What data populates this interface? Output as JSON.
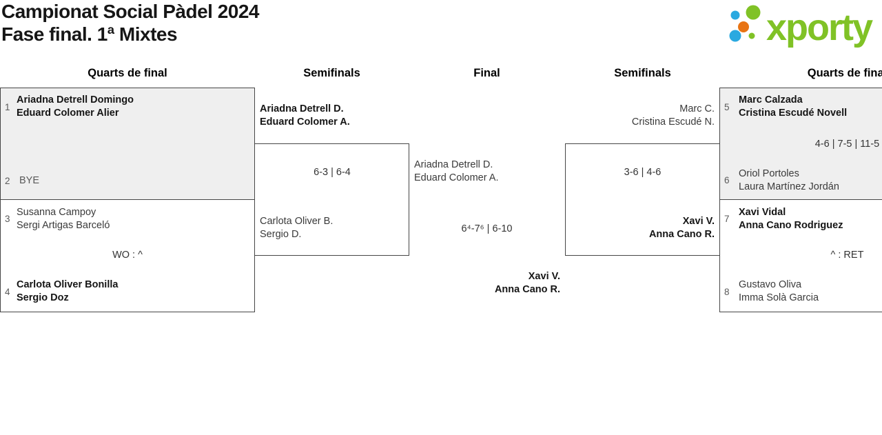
{
  "header": {
    "title": "Campionat Social Pàdel 2024",
    "subtitle": "Fase final. 1ª Mixtes"
  },
  "logo": {
    "brand": "xporty",
    "colors": {
      "green": "#80c226",
      "blue": "#2aa9e0",
      "orange": "#e87414"
    }
  },
  "rounds": {
    "qf_left": "Quarts de final",
    "sf_left": "Semifinals",
    "final": "Final",
    "sf_right": "Semifinals",
    "qf_right": "Quarts de final"
  },
  "matches": {
    "qf_left_top": {
      "seed_a": "1",
      "team_a_line1": "Ariadna Detrell Domingo",
      "team_a_line2": "Eduard Colomer Alier",
      "seed_b": "2",
      "team_b_line1": "BYE"
    },
    "qf_left_bottom": {
      "seed_a": "3",
      "team_a_line1": "Susanna Campoy",
      "team_a_line2": "Sergi Artigas Barceló",
      "score": "WO : ^",
      "seed_b": "4",
      "team_b_line1": "Carlota Oliver Bonilla",
      "team_b_line2": "Sergio Doz"
    },
    "sf_left": {
      "team_a_line1": "Ariadna Detrell D.",
      "team_a_line2": "Eduard Colomer A.",
      "score": "6-3 | 6-4",
      "team_b_line1": "Carlota Oliver B.",
      "team_b_line2": "Sergio D."
    },
    "final": {
      "team_a_line1": "Ariadna Detrell D.",
      "team_a_line2": "Eduard Colomer A.",
      "score": "6⁴-7⁶ | 6-10",
      "team_b_line1": "Xavi V.",
      "team_b_line2": "Anna Cano R."
    },
    "sf_right": {
      "team_a_line1": "Marc C.",
      "team_a_line2": "Cristina Escudé N.",
      "score": "3-6 | 4-6",
      "team_b_line1": "Xavi V.",
      "team_b_line2": "Anna Cano R."
    },
    "qf_right_top": {
      "seed_a": "5",
      "team_a_line1": "Marc Calzada",
      "team_a_line2": "Cristina Escudé Novell",
      "score": "4-6 | 7-5 | 11-5",
      "seed_b": "6",
      "team_b_line1": "Oriol Portoles",
      "team_b_line2": "Laura Martínez Jordán"
    },
    "qf_right_bottom": {
      "seed_a": "7",
      "team_a_line1": "Xavi Vidal",
      "team_a_line2": "Anna Cano Rodriguez",
      "score": "^ : RET",
      "seed_b": "8",
      "team_b_line1": "Gustavo Oliva",
      "team_b_line2": "Imma Solà Garcia"
    }
  }
}
